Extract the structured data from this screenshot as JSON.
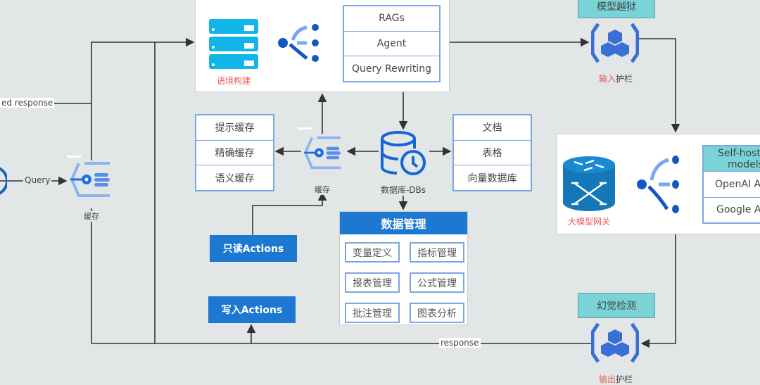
{
  "top_panel": {
    "context_label": "语境构建",
    "items": [
      "RAGs",
      "Agent",
      "Query Rewriting"
    ]
  },
  "input_guard": {
    "title": "模型越狱",
    "label_red": "输入",
    "label_gray": "护栏"
  },
  "output_guard": {
    "title": "幻觉检测",
    "label_red": "输出",
    "label_gray": "护栏"
  },
  "gateway": {
    "label": "大模型网关",
    "models_header_line1": "Self-host",
    "models_header_line2": "models",
    "models": [
      "OpenAI A",
      "Google A"
    ]
  },
  "cache_list": [
    "提示缓存",
    "精确缓存",
    "语义缓存"
  ],
  "cache_label": "缓存",
  "left_cache_label": "缓存",
  "db_label": "数据库-DBs",
  "doc_list": [
    "文档",
    "表格",
    "向量数据库"
  ],
  "data_mgmt": {
    "title": "数据管理",
    "items": [
      "变量定义",
      "指标管理",
      "报表管理",
      "公式管理",
      "批注管理",
      "图表分析"
    ]
  },
  "actions": {
    "read": "只读Actions",
    "write": "写入Actions"
  },
  "edges": {
    "query": "Query",
    "cached_response": "ed response",
    "response": "response"
  },
  "colors": {
    "primary_blue": "#1d78d2",
    "teal": "#7ad3d6",
    "icon_blue": "#1565c0",
    "label_red": "#e8595a",
    "cyan": "#12b5e8"
  }
}
